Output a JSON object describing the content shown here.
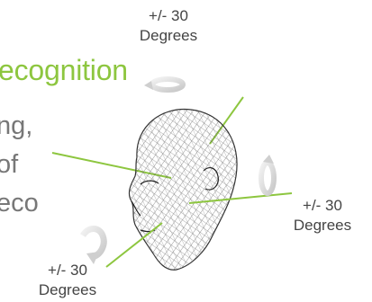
{
  "title": "ecognition",
  "body_lines": [
    "ng,",
    "of",
    "eco"
  ],
  "axes": {
    "top": {
      "value": "+/- 30",
      "unit": "Degrees"
    },
    "right": {
      "value": "+/- 30",
      "unit": "Degrees"
    },
    "bottom": {
      "value": "+/- 30",
      "unit": "Degrees"
    }
  },
  "colors": {
    "accent": "#8dc63f",
    "axis_text": "#444444",
    "body_text": "#777777",
    "arrow": "#d9d9d9"
  }
}
